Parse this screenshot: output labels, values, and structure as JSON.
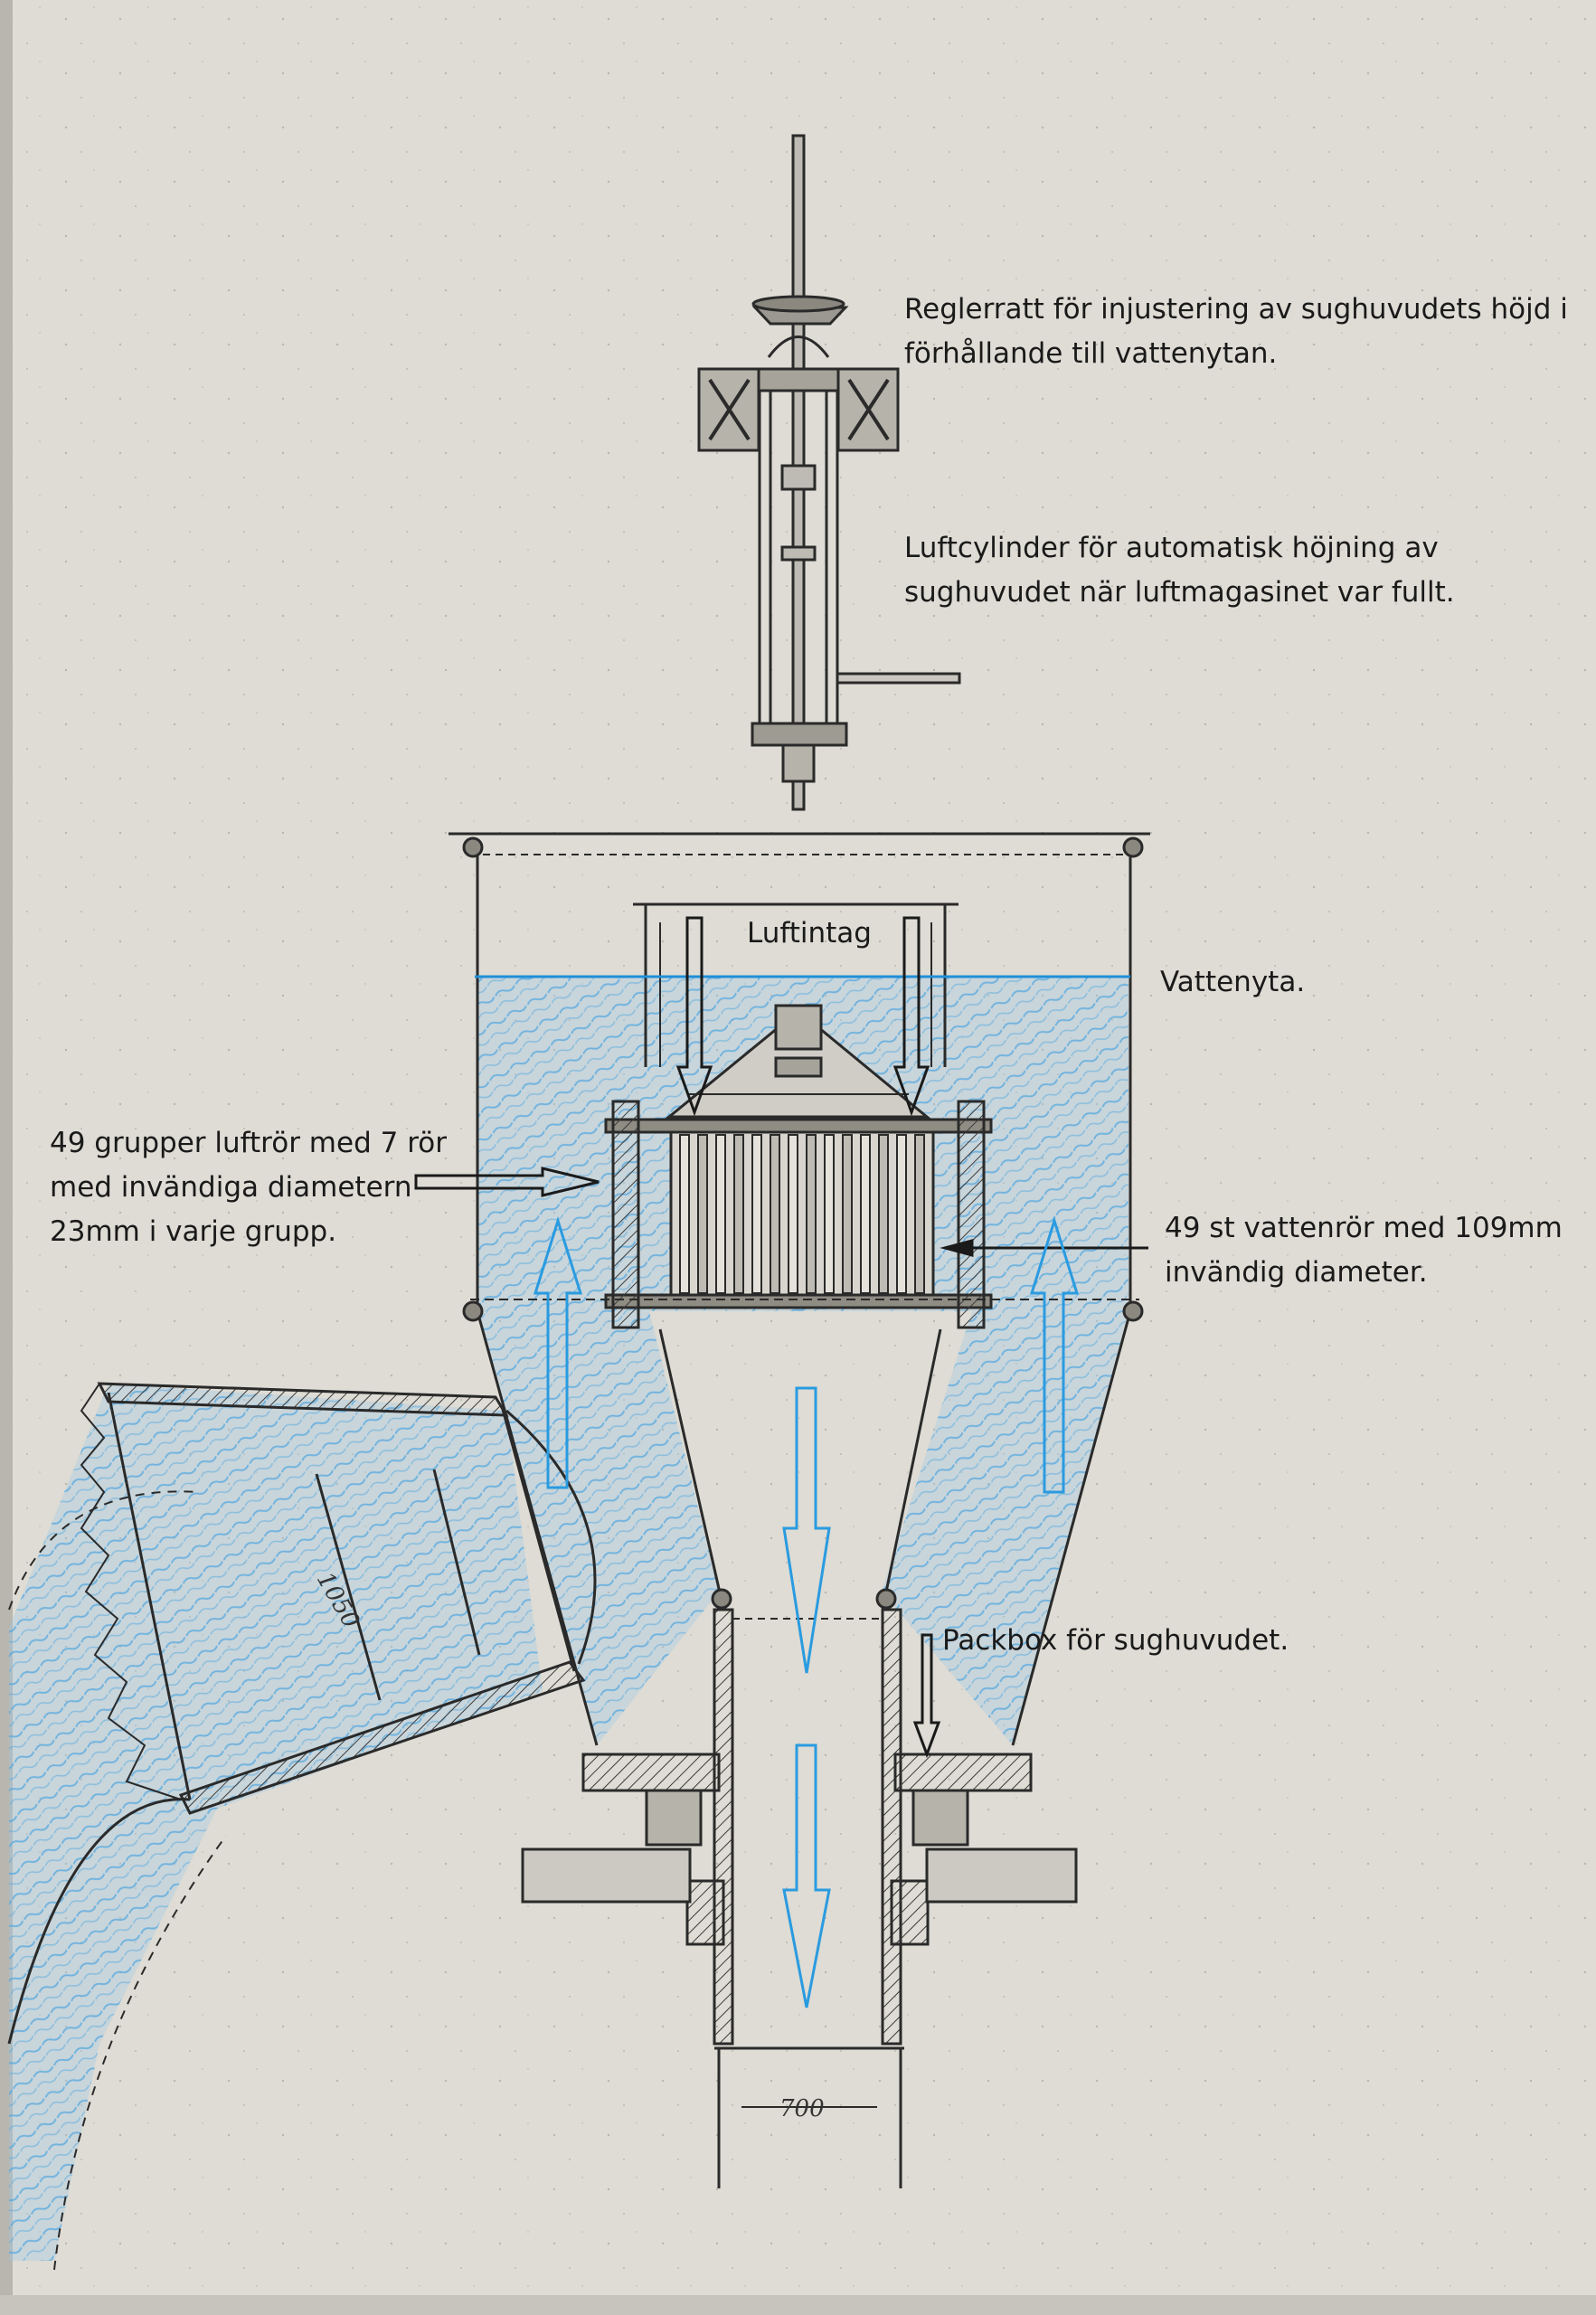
{
  "labels": {
    "regleratt": "Reglerratt för injustering av sughuvudets höjd i\nförhållande till vattenytan.",
    "luftcylinder": "Luftcylinder för automatisk höjning av\nsughuvudet när luftmagasinet var fullt.",
    "luftintag": "Luftintag",
    "vattenyta": "Vattenyta.",
    "luftror": "49 grupper luftrör med 7 rör\nmed invändiga diametern\n23mm i varje grupp.",
    "vattenror": "49 st vattenrör med 109mm\ninvändig diameter.",
    "packbox": "Packbox för sughuvudet."
  },
  "dimensions": {
    "pipe_diameter": "1050",
    "outlet_diameter": "700"
  },
  "colors": {
    "paper": "#dedcd4",
    "ink": "#2a2a2a",
    "water": "#5aaee6",
    "water_line": "#1f8fd8",
    "arrow": "#2a9be0"
  }
}
